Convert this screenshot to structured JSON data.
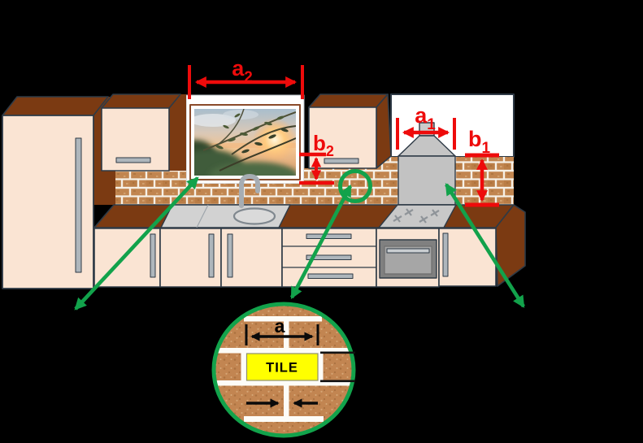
{
  "title": "Kitchen backsplash tile dimensions diagram",
  "colors": {
    "background": "#000000",
    "red": "#EE0B0B",
    "green": "#12A24B",
    "outline_navy": "#2E3A46",
    "wall_brown": "#7B3A12",
    "cabinet_cream": "#FAE4D3",
    "brick_tan": "#C1854F",
    "grout_white": "#FBF7EF",
    "counter_gray": "#D2D2D2",
    "hood_gray": "#C2C2C2",
    "handle_steel": "#AEB6BC",
    "oven_frame": "#808080",
    "oven_door": "#A6A6A6",
    "tile_yellow": "#FFFF00",
    "black": "#000000",
    "white": "#FFFFFF"
  },
  "dimensions": {
    "a2": {
      "base": "a",
      "sub": "2"
    },
    "b2": {
      "base": "b",
      "sub": "2"
    },
    "a1": {
      "base": "a",
      "sub": "1"
    },
    "b1": {
      "base": "b",
      "sub": "1"
    },
    "tile_width": {
      "base": "a",
      "sub": ""
    }
  },
  "callout": {
    "tile_label": "TILE"
  }
}
